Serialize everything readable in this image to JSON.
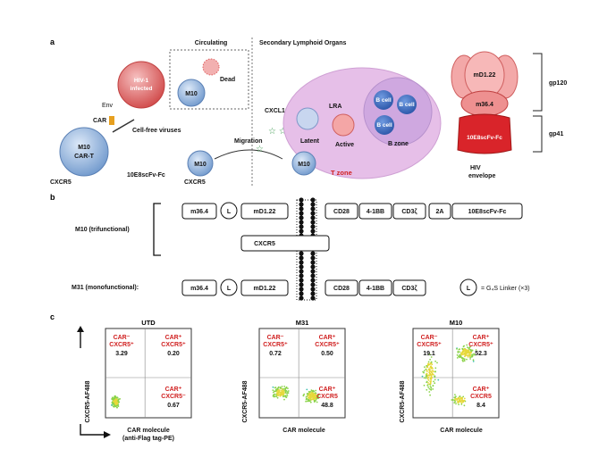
{
  "panel_a": {
    "label": "a",
    "circulating": "Circulating",
    "lymphoid": "Secondary Lymphoid Organs",
    "hiv_infected_1": "HIV-1",
    "hiv_infected_2": "infected",
    "env": "Env",
    "car": "CAR",
    "m10": "M10",
    "car_t": "CAR-T",
    "cxcr5": "CXCR5",
    "cell_free": "Cell-free viruses",
    "fc": "10E8scFv-Fc",
    "dead": "Dead",
    "migration": "Migration",
    "cxcl13": "CXCL13",
    "latent": "Latent",
    "lra": "LRA",
    "active": "Active",
    "b_cell": "B cell",
    "b_zone": "B zone",
    "t_zone": "T zone",
    "md122": "mD1.22",
    "m364": "m36.4",
    "e8_fc": "10E8scFv-Fc",
    "gp120": "gp120",
    "gp41": "gp41",
    "hiv": "HIV",
    "envelope": "envelope"
  },
  "panel_b": {
    "label": "b",
    "m10_label": "M10   (trifunctional)",
    "m31_label": "M31 (monofunctional):",
    "m10_row": [
      "m36.4",
      "L",
      "mD1.22",
      "CD28",
      "4-1BB",
      "CD3ζ",
      "2A",
      "10E8scFv-Fc"
    ],
    "cxcr5_box": "CXCR5",
    "m31_row": [
      "m36.4",
      "L",
      "mD1.22",
      "CD28",
      "4-1BB",
      "CD3ζ"
    ],
    "linker_symbol": "L",
    "linker_text": "= G₄S Linker (×3)"
  },
  "panel_c": {
    "label": "c",
    "y_axis": "CXCR5-AF488",
    "x_axis_1": "CAR molecule",
    "x_axis_2": "(anti-Flag tag-PE)",
    "plots": [
      {
        "title": "UTD",
        "q_ul_1": "CAR⁻",
        "q_ul_2": "CXCR5⁺",
        "q_ul_val": "3.29",
        "q_ur_1": "CAR⁺",
        "q_ur_2": "CXCR5⁺",
        "q_ur_val": "0.20",
        "q_lr_1": "CAR⁺",
        "q_lr_2": "CXCR5⁻",
        "q_lr_val": "0.67"
      },
      {
        "title": "M31",
        "q_ul_1": "CAR⁻",
        "q_ul_2": "CXCR5⁺",
        "q_ul_val": "0.72",
        "q_ur_1": "CAR⁺",
        "q_ur_2": "CXCR5⁺",
        "q_ur_val": "0.50",
        "q_lr_1": "CAR⁺",
        "q_lr_2": "CXCR5",
        "q_lr_val": "48.8"
      },
      {
        "title": "M10",
        "q_ul_1": "CAR⁻",
        "q_ul_2": "CXCR5⁺",
        "q_ul_val": "19.1",
        "q_ur_1": "CAR⁺",
        "q_ur_2": "CXCR5⁺",
        "q_ur_val": "52.3",
        "q_lr_1": "CAR⁺",
        "q_lr_2": "CXCR5",
        "q_lr_val": "8.4"
      }
    ]
  },
  "colors": {
    "cell_blue": "#7fa8d8",
    "hiv_red": "#e06060",
    "lymph_pink": "#e3b6e6",
    "bcell_blue": "#3f6fc0",
    "env_red": "#d9242a"
  }
}
